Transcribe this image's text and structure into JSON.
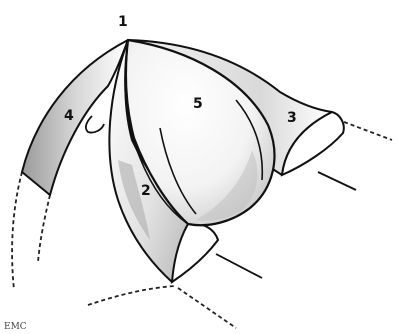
{
  "diagram": {
    "labels": [
      {
        "id": "1",
        "text": "1"
      },
      {
        "id": "2",
        "text": "2"
      },
      {
        "id": "3",
        "text": "3"
      },
      {
        "id": "4",
        "text": "4"
      },
      {
        "id": "5",
        "text": "5"
      }
    ],
    "corner_mark": "EMC",
    "colors": {
      "stroke": "#111111",
      "shade": "#bdbdbd",
      "background": "#ffffff"
    }
  }
}
